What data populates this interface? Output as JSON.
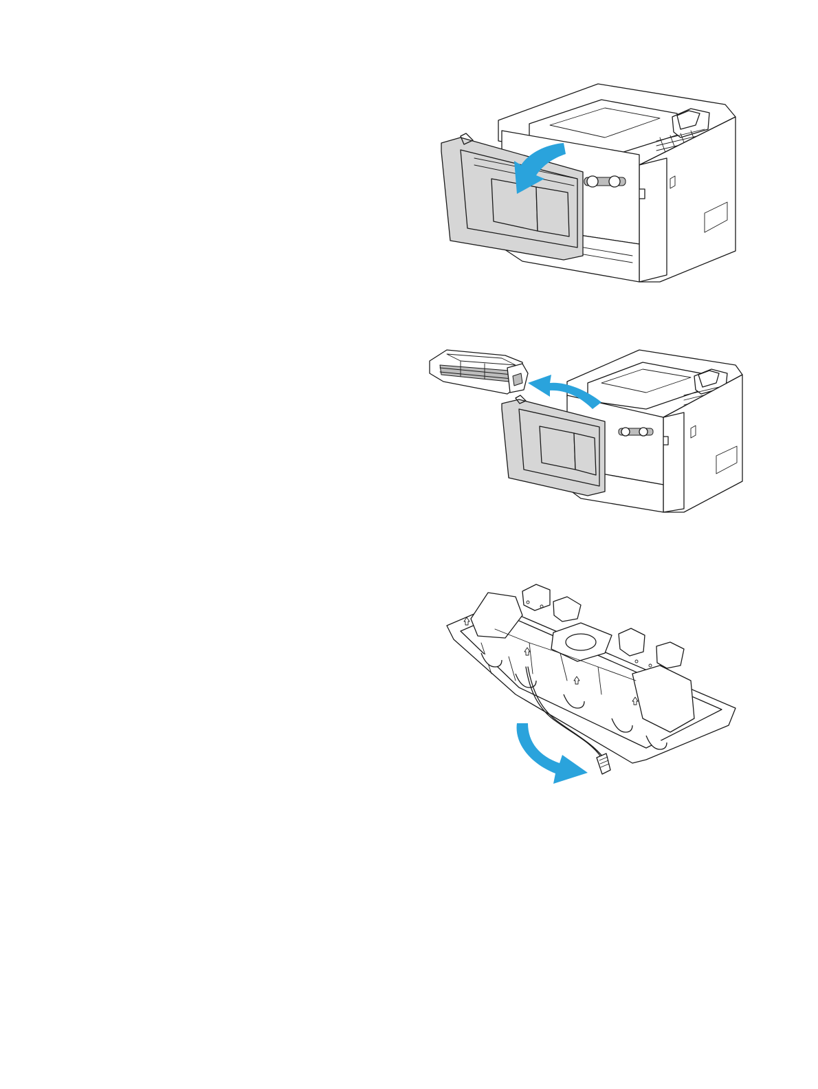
{
  "page": {
    "background": "#ffffff"
  },
  "illustrations": [
    {
      "name": "open-front-door-illustration",
      "icon": "printer-front-door-open-icon"
    },
    {
      "name": "remove-toner-cartridge-illustration",
      "icon": "toner-cartridge-removal-icon"
    },
    {
      "name": "remove-packing-strip-illustration",
      "icon": "packaging-tray-pull-tab-icon"
    }
  ],
  "colors": {
    "arrow": "#2aa3dc",
    "door": "#d6d6d6",
    "line": "#1a1a1a"
  }
}
